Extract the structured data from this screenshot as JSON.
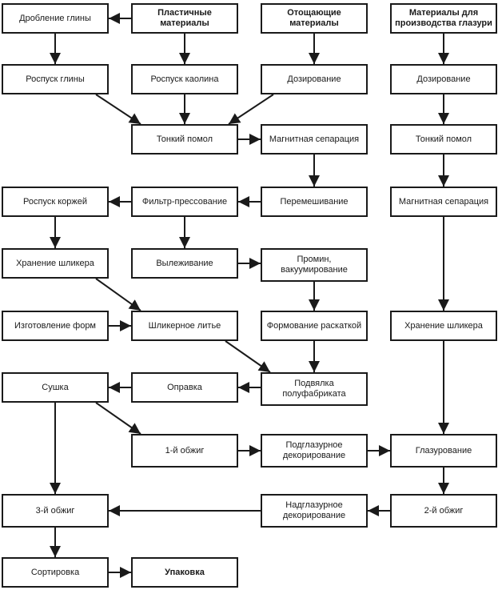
{
  "diagram": {
    "colors": {
      "stroke": "#1a1a1a",
      "fill": "#ffffff",
      "text": "#1a1a1a"
    },
    "nodes": {
      "crush_clay": {
        "label": "Дробление глины",
        "bold": false
      },
      "plastic": {
        "label": "Пластичные\nматериалы",
        "bold": true
      },
      "lean": {
        "label": "Отощающие\nматериалы",
        "bold": true
      },
      "glaze_materials": {
        "label": "Материалы для\nпроизводства глазури",
        "bold": true
      },
      "clay_dissolve": {
        "label": "Роспуск глины",
        "bold": false
      },
      "kaolin_dissolve": {
        "label": "Роспуск каолина",
        "bold": false
      },
      "dosing_1": {
        "label": "Дозирование",
        "bold": false
      },
      "dosing_2": {
        "label": "Дозирование",
        "bold": false
      },
      "fine_grinding_1": {
        "label": "Тонкий помол",
        "bold": false
      },
      "magnetic_separation_1": {
        "label": "Магнитная сепарация",
        "bold": false
      },
      "fine_grinding_2": {
        "label": "Тонкий помол",
        "bold": false
      },
      "cake_dissolve": {
        "label": "Роспуск коржей",
        "bold": false
      },
      "filter_pressing": {
        "label": "Фильтр-прессование",
        "bold": false
      },
      "mixing": {
        "label": "Перемешивание",
        "bold": false
      },
      "magnetic_separation_2": {
        "label": "Магнитная сепарация",
        "bold": false
      },
      "slip_storage_1": {
        "label": "Хранение шликера",
        "bold": false
      },
      "aging": {
        "label": "Вылеживание",
        "bold": false
      },
      "pugging": {
        "label": "Промин,\nвакуумирование",
        "bold": false
      },
      "mold_making": {
        "label": "Изготовление форм",
        "bold": false
      },
      "slip_casting": {
        "label": "Шликерное литье",
        "bold": false
      },
      "roller_forming": {
        "label": "Формование раскаткой",
        "bold": false
      },
      "slip_storage_2": {
        "label": "Хранение шликера",
        "bold": false
      },
      "drying": {
        "label": "Сушка",
        "bold": false
      },
      "fettling": {
        "label": "Оправка",
        "bold": false
      },
      "semi_drying": {
        "label": "Подвялка\nполуфабриката",
        "bold": false
      },
      "first_firing": {
        "label": "1-й обжиг",
        "bold": false
      },
      "underglaze": {
        "label": "Подглазурное\nдекорирование",
        "bold": false
      },
      "glazing": {
        "label": "Глазурование",
        "bold": false
      },
      "third_firing": {
        "label": "3-й обжиг",
        "bold": false
      },
      "overglaze": {
        "label": "Надглазурное\nдекорирование",
        "bold": false
      },
      "second_firing": {
        "label": "2-й обжиг",
        "bold": false
      },
      "sorting": {
        "label": "Сортировка",
        "bold": false
      },
      "packing": {
        "label": "Упаковка",
        "bold": true
      }
    },
    "edges": [
      [
        "plastic",
        "crush_clay"
      ],
      [
        "crush_clay",
        "clay_dissolve"
      ],
      [
        "plastic",
        "kaolin_dissolve"
      ],
      [
        "lean",
        "dosing_1"
      ],
      [
        "glaze_materials",
        "dosing_2"
      ],
      [
        "clay_dissolve",
        "fine_grinding_1"
      ],
      [
        "kaolin_dissolve",
        "fine_grinding_1"
      ],
      [
        "dosing_1",
        "fine_grinding_1"
      ],
      [
        "dosing_2",
        "fine_grinding_2"
      ],
      [
        "fine_grinding_1",
        "magnetic_separation_1"
      ],
      [
        "magnetic_separation_1",
        "mixing"
      ],
      [
        "fine_grinding_2",
        "magnetic_separation_2"
      ],
      [
        "mixing",
        "filter_pressing"
      ],
      [
        "filter_pressing",
        "cake_dissolve"
      ],
      [
        "filter_pressing",
        "aging"
      ],
      [
        "cake_dissolve",
        "slip_storage_1"
      ],
      [
        "aging",
        "pugging"
      ],
      [
        "slip_storage_1",
        "slip_casting"
      ],
      [
        "mold_making",
        "slip_casting"
      ],
      [
        "pugging",
        "roller_forming"
      ],
      [
        "magnetic_separation_2",
        "slip_storage_2"
      ],
      [
        "slip_casting",
        "semi_drying"
      ],
      [
        "roller_forming",
        "semi_drying"
      ],
      [
        "semi_drying",
        "fettling"
      ],
      [
        "fettling",
        "drying"
      ],
      [
        "drying",
        "first_firing"
      ],
      [
        "first_firing",
        "underglaze"
      ],
      [
        "underglaze",
        "glazing"
      ],
      [
        "slip_storage_2",
        "glazing"
      ],
      [
        "glazing",
        "second_firing"
      ],
      [
        "second_firing",
        "overglaze"
      ],
      [
        "overglaze",
        "third_firing"
      ],
      [
        "drying",
        "third_firing"
      ],
      [
        "third_firing",
        "sorting"
      ],
      [
        "sorting",
        "packing"
      ]
    ]
  }
}
